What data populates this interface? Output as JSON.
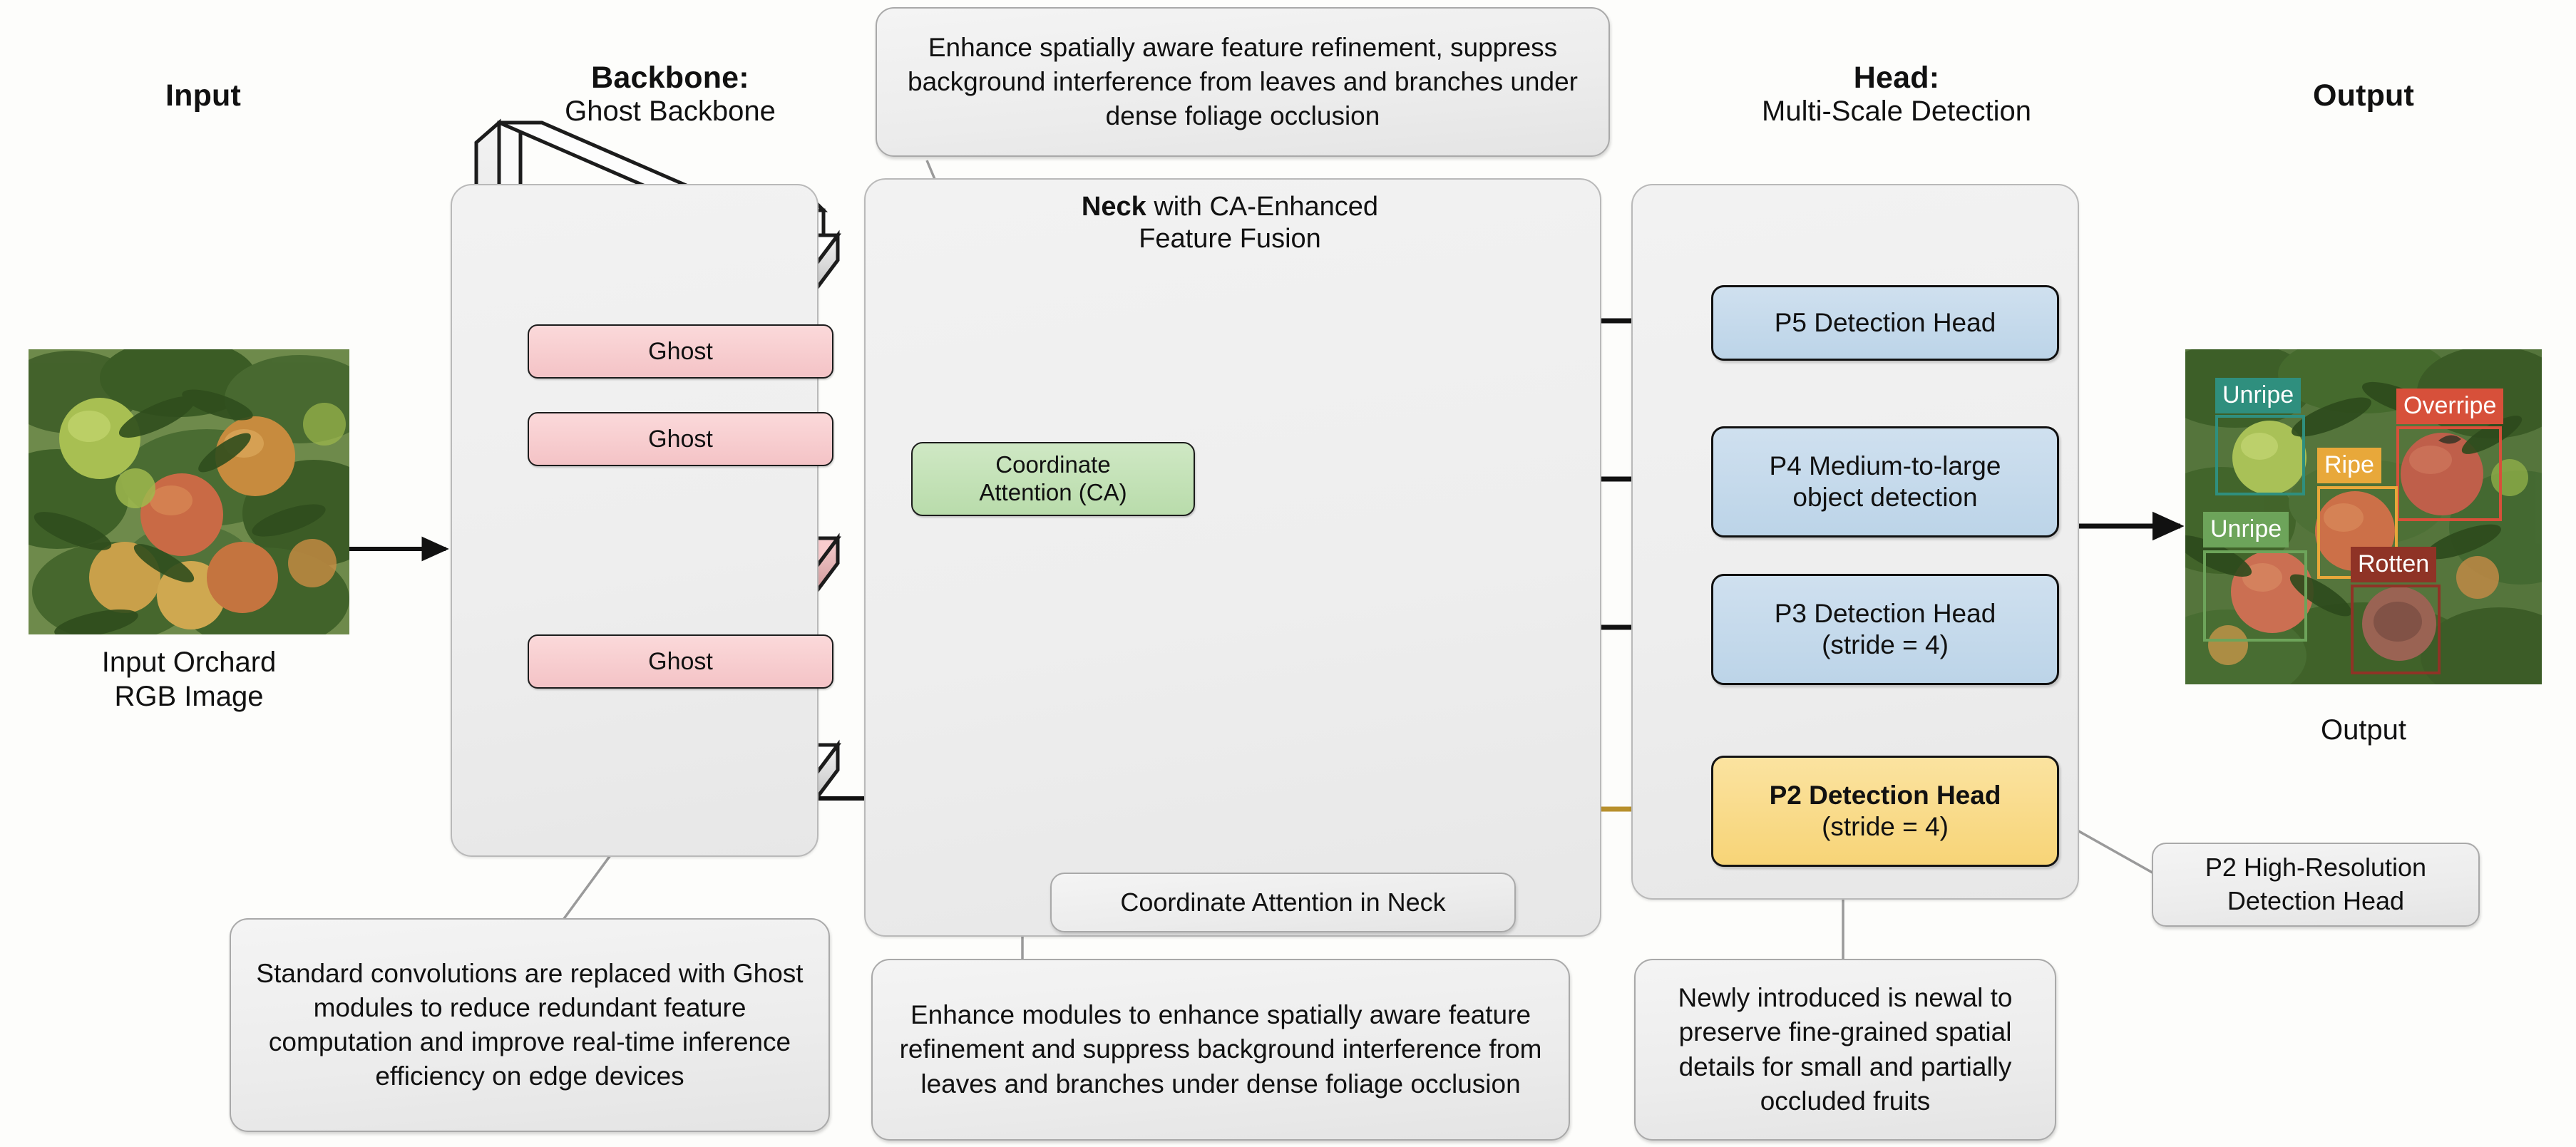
{
  "headers": {
    "input": "Input",
    "backbone_title": "Backbone:",
    "backbone_sub": "Ghost Backbone",
    "head_title": "Head:",
    "head_sub": "Multi-Scale Detection",
    "output": "Output"
  },
  "input_panel": {
    "caption_line1": "Input Orchard",
    "caption_line2": "RGB Image"
  },
  "backbone": {
    "modules": [
      "Ghost",
      "Ghost",
      "Ghost"
    ]
  },
  "neck": {
    "title_bold": "Neck",
    "title_rest": " with CA-Enhanced",
    "title_line2": "Feature Fusion",
    "ca_line1": "Coordinate",
    "ca_line2": "Attention (CA)"
  },
  "head": {
    "blocks": [
      {
        "label": "P5 Detection Head",
        "sub": "",
        "style": "blue"
      },
      {
        "label": "P4 Medium-to-large",
        "sub": "object detection",
        "style": "blue"
      },
      {
        "label": "P3 Detection Head",
        "sub": "(stride = 4)",
        "style": "blue"
      },
      {
        "label": "P2 Detection Head",
        "sub": "(stride = 4)",
        "style": "gold"
      }
    ]
  },
  "output_panel": {
    "caption": "Output",
    "detections": [
      {
        "label": "Unripe",
        "color": "#2f8f7e"
      },
      {
        "label": "Overripe",
        "color": "#d7503a"
      },
      {
        "label": "Ripe",
        "color": "#e8a83a"
      },
      {
        "label": "Unripe",
        "color": "#6da45a"
      },
      {
        "label": "Rotten",
        "color": "#8f3326"
      }
    ]
  },
  "callouts": {
    "neck_top": "Enhance spatially aware feature refinement, suppress background interference from leaves and branches under dense foliage occlusion",
    "backbone_bottom": "Standard convolutions are replaced with Ghost modules to reduce redundant feature computation and improve real-time inference efficiency on edge devices",
    "ca_in_neck": "Coordinate Attention in Neck",
    "neck_bottom": "Enhance modules to enhance spatially aware feature refinement and suppress background interference from leaves and branches under dense foliage occlusion",
    "head_bottom": "Newly introduced is newal to preserve fine-grained spatial details for small and partially occluded fruits",
    "p2_note": "P2 High-Resolution Detection Head"
  },
  "colors": {
    "ghost_fill": "#f6c9cc",
    "ca_fill": "#bfdcb0",
    "head_blue": "#c3d8ea",
    "head_gold": "#f8d87f",
    "panel_bg": "#eeeeee"
  }
}
